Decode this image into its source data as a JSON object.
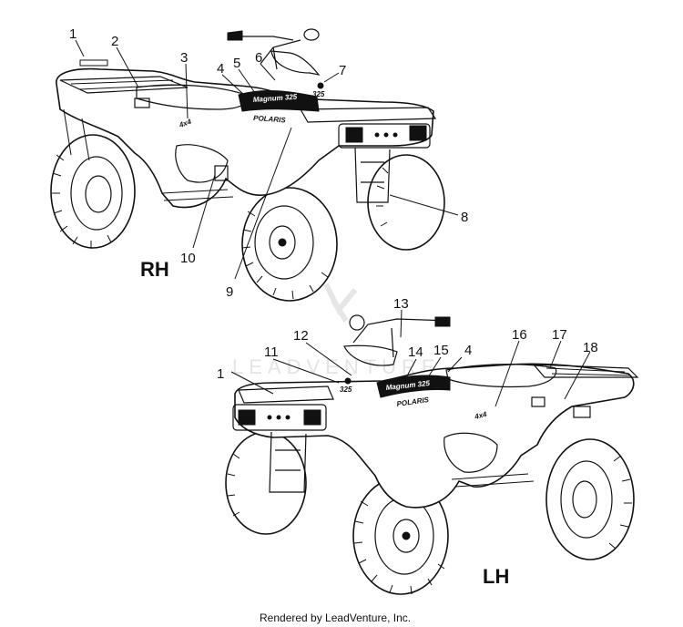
{
  "views": {
    "rh": {
      "label": "RH",
      "callouts": [
        "1",
        "2",
        "3",
        "4",
        "5",
        "6",
        "7",
        "8",
        "9",
        "10"
      ],
      "decals": {
        "model": "Magnum 325",
        "brand": "POLARIS",
        "badge": "4x4",
        "cc": "325"
      }
    },
    "lh": {
      "label": "LH",
      "callouts": [
        "13",
        "12",
        "11",
        "1",
        "14",
        "15",
        "4",
        "16",
        "17",
        "18"
      ],
      "decals": {
        "model": "Magnum 325",
        "brand": "POLARIS",
        "badge": "4x4",
        "cc": "325"
      }
    }
  },
  "watermark": "LEADVENTURE",
  "credit": "Rendered by LeadVenture, Inc."
}
